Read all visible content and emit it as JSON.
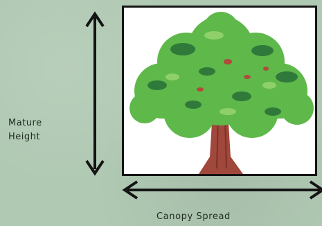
{
  "labels": {
    "height_line1": "Mature",
    "height_line2": "Height",
    "spread": "Canopy Spread"
  },
  "icons": {
    "tree": "tree-illustration",
    "height_arrow": "double-arrow-vertical",
    "spread_arrow": "double-arrow-horizontal"
  },
  "colors": {
    "background": "#b0c9b3",
    "frame": "#141414",
    "foliage_light": "#5fb84a",
    "foliage_dark": "#2f7a3a",
    "trunk": "#a0483c",
    "arrow": "#141414"
  }
}
